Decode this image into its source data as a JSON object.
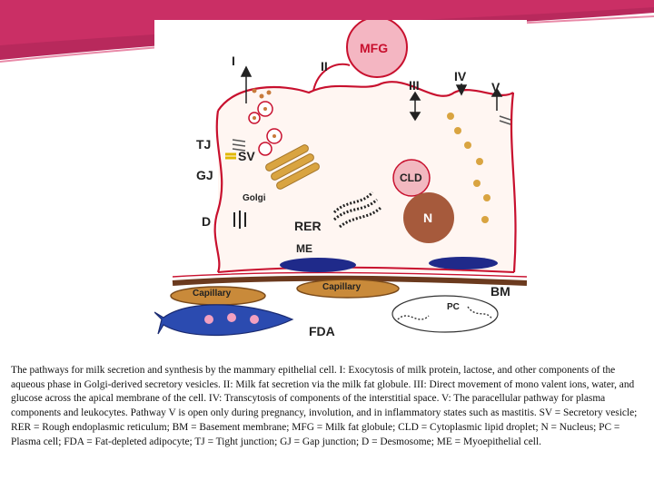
{
  "diagram": {
    "labels": {
      "mfg": "MFG",
      "pathway_1": "I",
      "pathway_2": "II",
      "pathway_3": "III",
      "pathway_4": "IV",
      "pathway_5": "V",
      "tj": "TJ",
      "sv": "SV",
      "gj": "GJ",
      "golgi": "Golgi",
      "cld": "CLD",
      "d": "D",
      "rer": "RER",
      "n": "N",
      "me": "ME",
      "bm": "BM",
      "capillary_1": "Capillary",
      "capillary_2": "Capillary",
      "pc": "PC",
      "fda": "FDA"
    },
    "colors": {
      "cell_membrane": "#c8102e",
      "mfg_fill": "#f4b6c2",
      "cld_fill": "#f2b8c0",
      "nucleus_fill": "#a65a3c",
      "golgi_fill": "#d9a441",
      "myoepithelial_fill": "#1f2a8a",
      "basement_membrane": "#6b3a1e",
      "capillary_fill": "#c98a3a",
      "fda_fill": "#2b4bb0",
      "swoosh": "#b0124a"
    }
  },
  "caption": "The pathways for milk secretion and synthesis by the mammary epithelial cell. I: Exocytosis of milk protein, lactose, and other components of the aqueous phase in Golgi-derived secretory vesicles. II: Milk fat secretion via the milk fat globule. III: Direct movement of mono valent ions, water, and glucose across the apical membrane of the cell. IV: Transcytosis of components of the interstitial space. V: The paracellular pathway for plasma components and leukocytes. Pathway V is open only during pregnancy, involution, and in inflammatory states such as mastitis. SV = Secretory vesicle; RER = Rough endoplasmic reticulum; BM = Basement membrane; MFG = Milk fat globule; CLD = Cytoplasmic lipid droplet; N = Nucleus; PC = Plasma cell; FDA = Fat-depleted adipocyte; TJ = Tight junction; GJ = Gap junction; D = Desmosome; ME = Myoepithelial cell."
}
